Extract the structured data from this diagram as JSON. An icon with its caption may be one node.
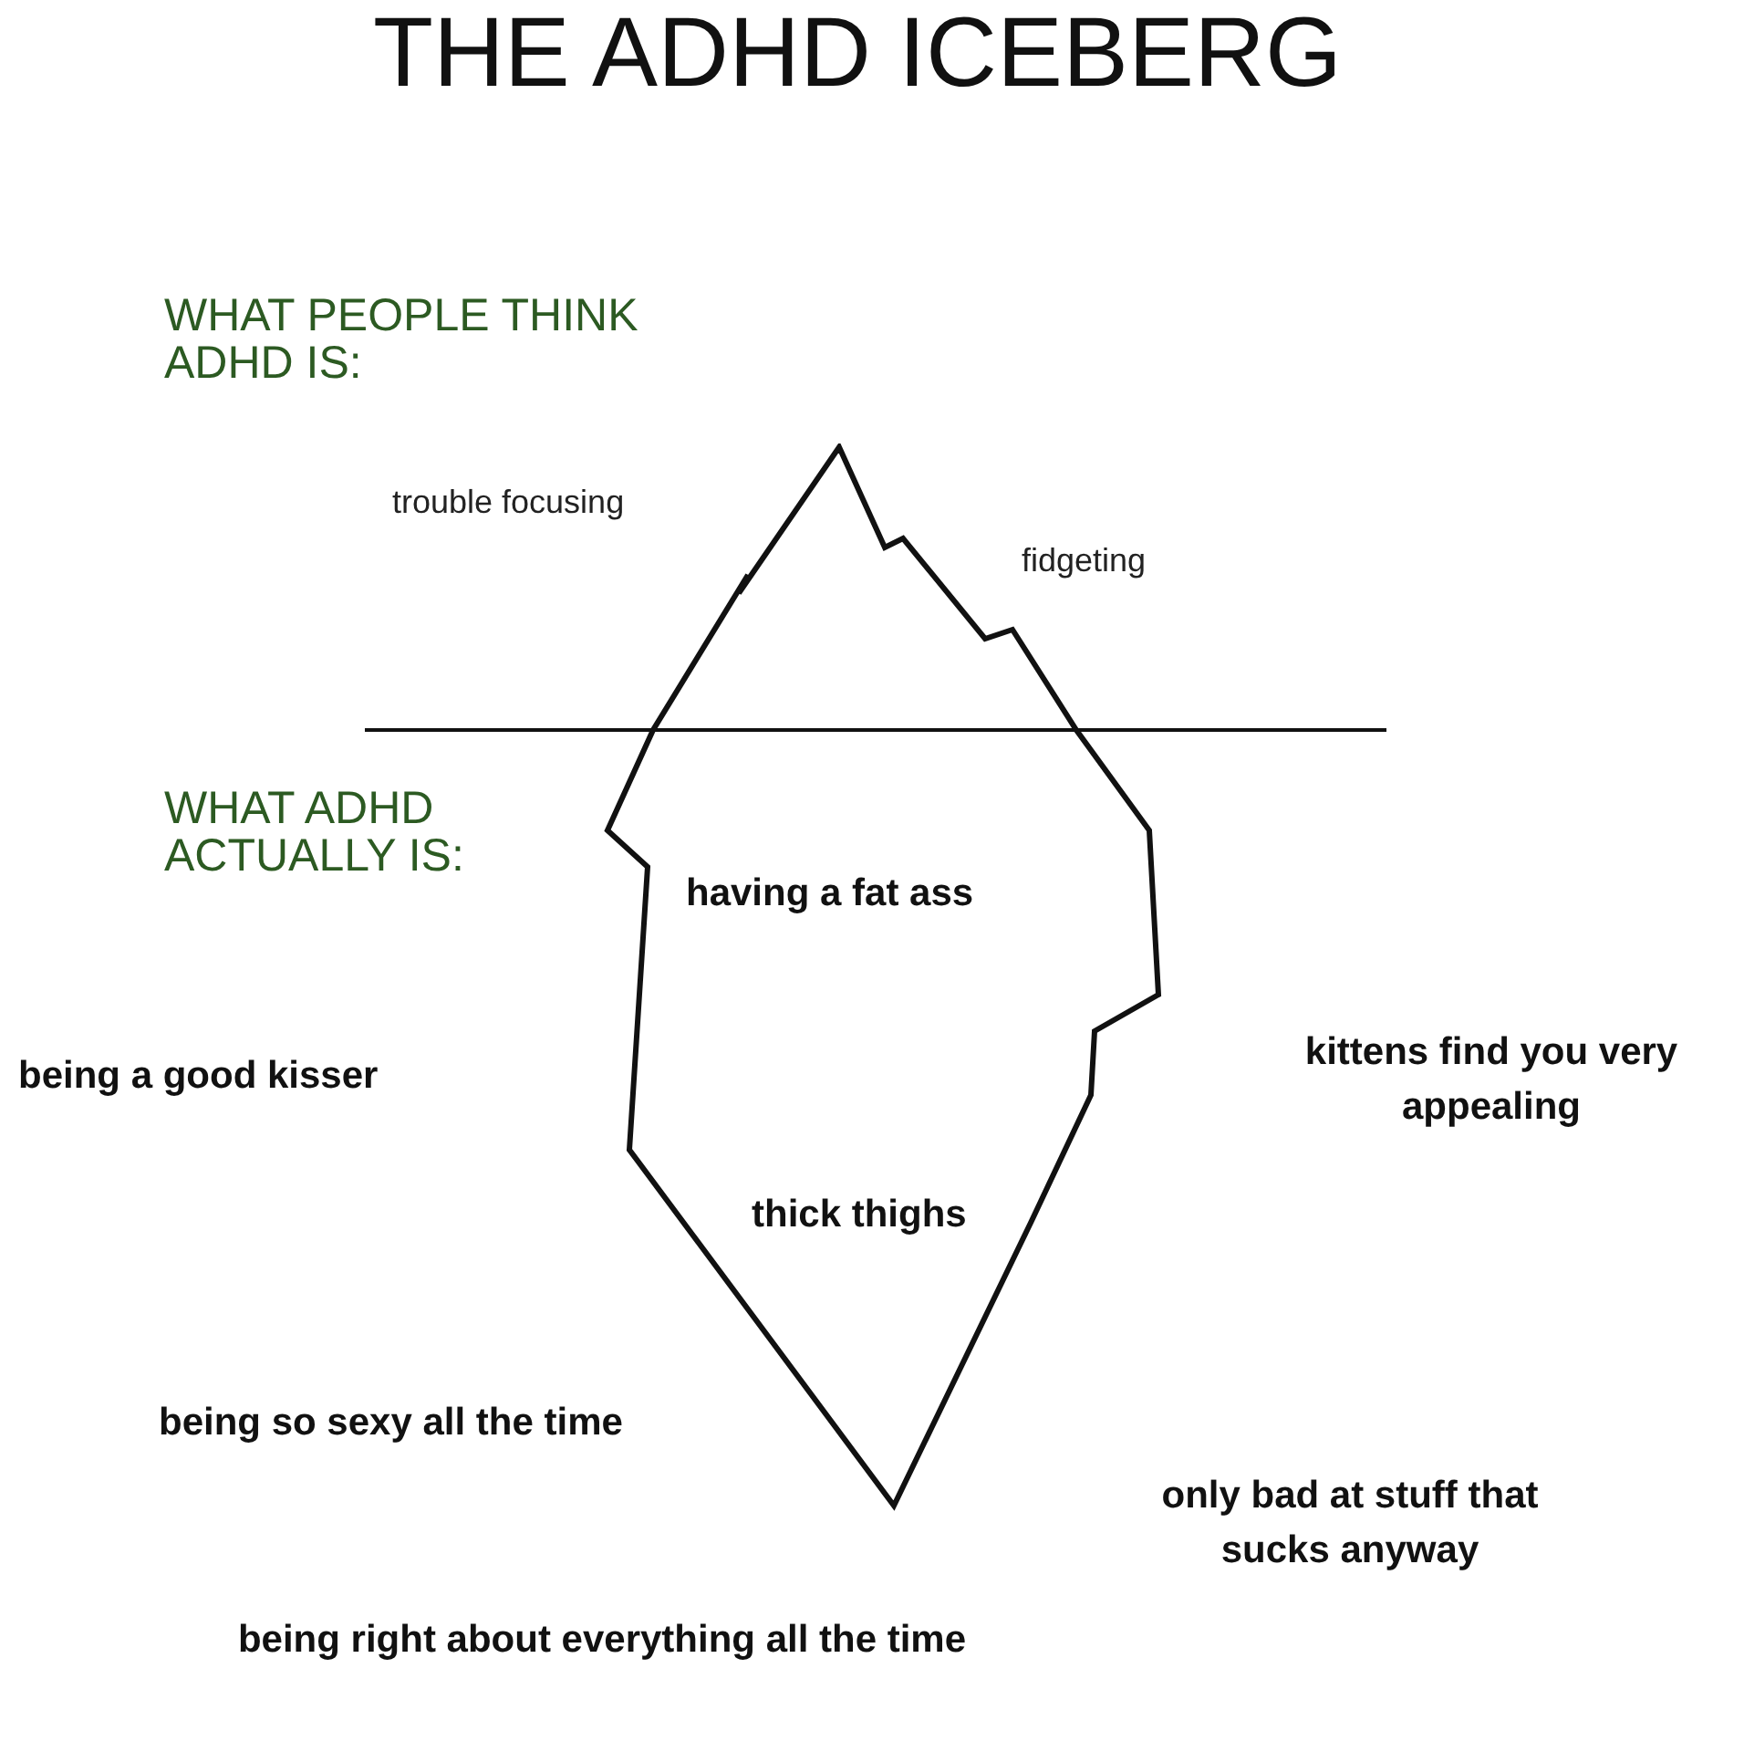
{
  "diagram": {
    "title": "THE ADHD ICEBERG",
    "nodes": [
      {
        "text": [
          "having a fat ass",
          "thick thighs"
        ]
      }
    ],
    "labels": [
      "WHAT PEOPLE THINK ADHD IS:",
      "trouble focusing",
      "fidgeting",
      "WHAT ADHD ACTUALLY IS:",
      "being a good kisser",
      "kittens find you very appealing",
      "being so sexy all the time",
      "only bad at stuff that sucks anyway",
      "being right about everything all the time"
    ]
  }
}
